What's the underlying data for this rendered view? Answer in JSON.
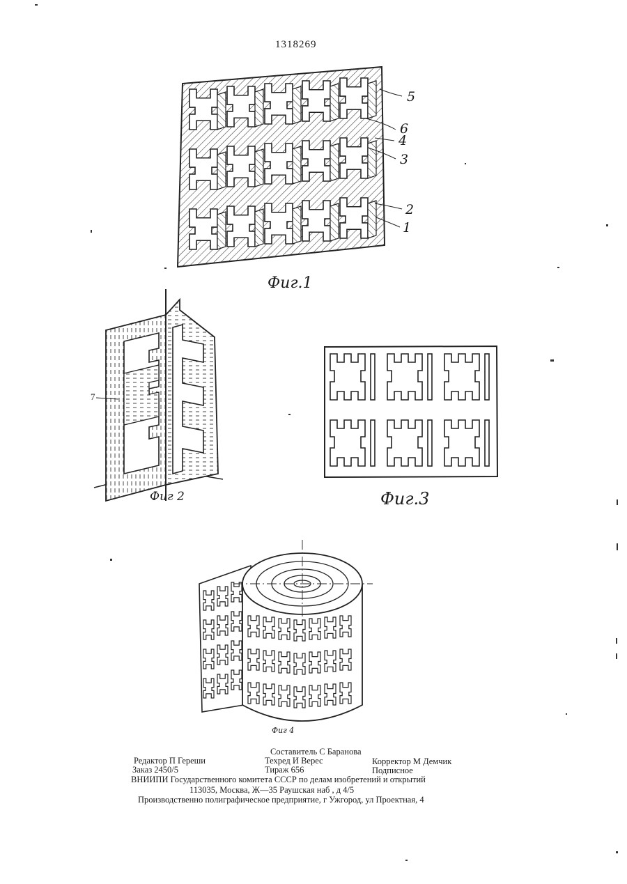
{
  "header": {
    "patent_number": "1318269"
  },
  "figures": {
    "fig1": {
      "caption": "Фиг.1",
      "labels": [
        "5",
        "6",
        "4",
        "3",
        "2",
        "1"
      ]
    },
    "fig2": {
      "caption": "Фиг 2",
      "labels": [
        "7"
      ]
    },
    "fig3": {
      "caption": "Фиг.3"
    },
    "fig4": {
      "caption": "Фиг 4"
    }
  },
  "imprint": {
    "compiler": "Составитель С Баранова",
    "editor": "Редактор П Гереши",
    "techred": "Техред И Верес",
    "corrector": "Корректор М Демчик",
    "order": "Заказ 2450/5",
    "circulation": "Тираж 656",
    "subscription": "Подписное",
    "org": "ВНИИПИ Государственного комитета СССР по делам изобретений и открытий",
    "address": "113035, Москва, Ж—35 Раушская наб , д 4/5",
    "printer": "Производственно полиграфическое предприятие, г Ужгород, ул Проектная, 4"
  }
}
